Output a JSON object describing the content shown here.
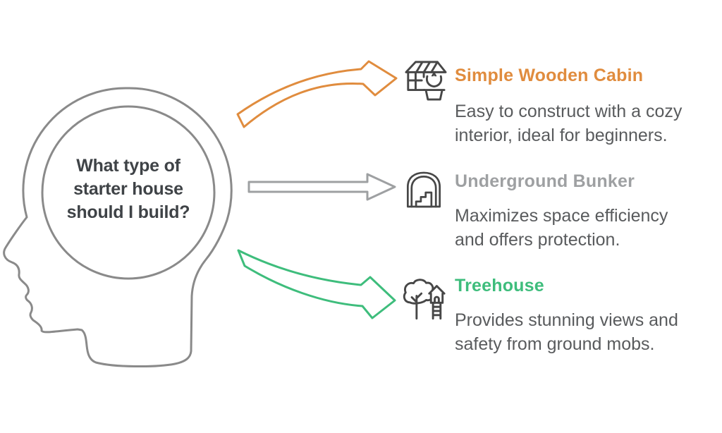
{
  "question": {
    "text": "What type of starter house should I build?",
    "lines": [
      "What type of",
      "starter house",
      "should I build?"
    ]
  },
  "options": [
    {
      "title": "Simple Wooden Cabin",
      "description": "Easy to construct with a cozy interior, ideal for beginners.",
      "lines": [
        "Easy to construct with a cozy",
        "interior, ideal for beginners."
      ],
      "accent_color": "#E08C3E",
      "icon": "greenhouse-cabin-icon",
      "arrow": "curved-up"
    },
    {
      "title": "Underground Bunker",
      "description": "Maximizes space efficiency and offers protection.",
      "lines": [
        "Maximizes space efficiency",
        "and offers protection."
      ],
      "accent_color": "#9EA0A2",
      "icon": "bunker-arch-stairs-icon",
      "arrow": "straight"
    },
    {
      "title": "Treehouse",
      "description": "Provides stunning views and safety from ground mobs.",
      "lines": [
        "Provides stunning views and",
        "safety from ground mobs."
      ],
      "accent_color": "#3EBD7C",
      "icon": "treehouse-ladder-icon",
      "arrow": "curved-down"
    }
  ],
  "colors": {
    "background": "#FFFFFF",
    "head_outline": "#8A8A8A",
    "icon_stroke": "#474747",
    "question_text": "#3F4347",
    "body_text": "#595B5D",
    "arrow_orange": "#E08C3E",
    "arrow_gray": "#9EA0A2",
    "arrow_green": "#3EBD7C"
  }
}
